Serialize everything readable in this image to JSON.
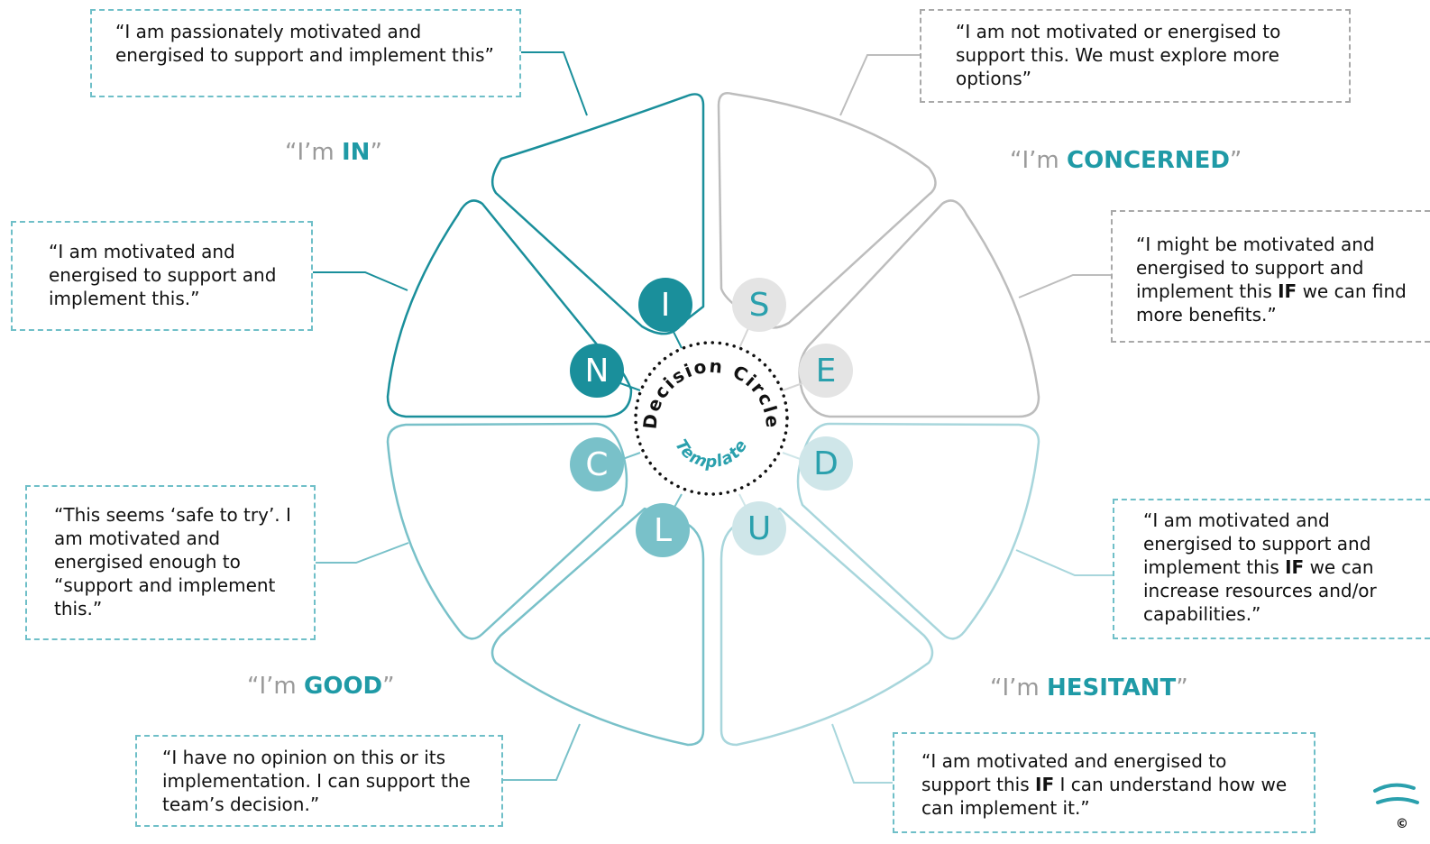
{
  "colors": {
    "teal_dark": "#1a8f9b",
    "teal_mid": "#79c1c9",
    "teal_light": "#a8d6dc",
    "teal_pale": "#cfe6e9",
    "grey": "#bdbdbd",
    "grey_fill": "#e4e4e4",
    "accent_text": "#1f9aa6",
    "muted_text": "#9a9a9a"
  },
  "center": {
    "word1": "Decision Circle",
    "word2": "Template"
  },
  "letters": [
    "I",
    "N",
    "C",
    "L",
    "U",
    "D",
    "E",
    "S"
  ],
  "categories": {
    "in": {
      "open": "“I’m ",
      "emph": "IN",
      "close": "”"
    },
    "concerned": {
      "open": "“I’m ",
      "emph": "CONCERNED",
      "close": "”"
    },
    "good": {
      "open": "“I’m ",
      "emph": "GOOD",
      "close": "”"
    },
    "hesitant": {
      "open": "“I’m ",
      "emph": "HESITANT",
      "close": "”"
    }
  },
  "statements": {
    "i": "“I am passionately motivated and energised to support and implement this”",
    "n": "“I am motivated and energised to support and implement this.”",
    "c": "“This seems ‘safe to try’. I am motivated and energised enough to “support and implement this.”",
    "l": "“I have no opinion on this or its implementation. I can support the team’s decision.”",
    "s": "“I am not motivated or energised to support this. We must explore more options”",
    "e": {
      "pre": "“I might be motivated and energised to support and implement this ",
      "bold": "IF",
      "post": " we can find more benefits.”"
    },
    "d": {
      "pre": "“I am motivated and energised to support and implement this ",
      "bold": "IF",
      "post": " we can increase resources and/or capabilities.”"
    },
    "u": {
      "pre": "“I am motivated and energised to support this ",
      "bold": "IF",
      "post": " I can understand how we can implement it.”"
    }
  },
  "logo": {
    "text": "©"
  }
}
